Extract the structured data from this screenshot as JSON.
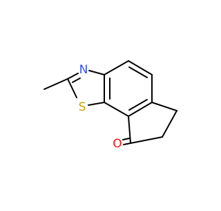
{
  "molecule": {
    "atoms": {
      "nitrogen": {
        "symbol": "N",
        "color": "#3050F8"
      },
      "sulfur": {
        "symbol": "S",
        "color": "#C8A000"
      },
      "oxygen": {
        "symbol": "O",
        "color": "#FF0D0D"
      }
    },
    "bond_color": "#000000"
  }
}
